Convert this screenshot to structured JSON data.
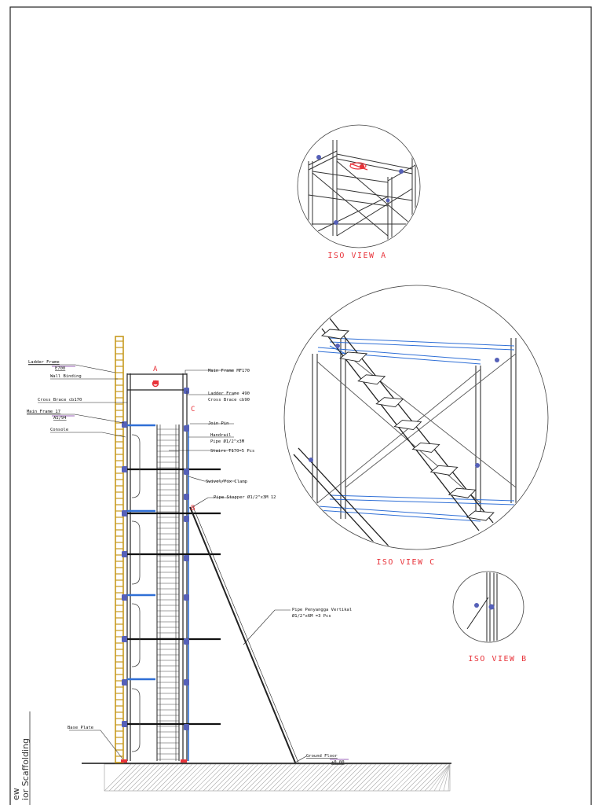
{
  "views": {
    "iso_a": "ISO VIEW A",
    "iso_c": "ISO VIEW C",
    "iso_b": "ISO VIEW B"
  },
  "markers": {
    "a": "A",
    "b": "B",
    "c": "C"
  },
  "labels": {
    "ladder_frame_l": "Ladder Frame",
    "ladder_frame_l_size": "E700",
    "wall_binding": "Wall Binding",
    "cross_brace_l": "Cross Brace cb170",
    "main_frame_l": "Main Frame 17",
    "main_frame_l_size": "AS/94",
    "console": "Console",
    "main_frame_r": "Main Frame MF170",
    "ladder_frame_r": "Ladder Frame 490",
    "cross_brace_r": "Cross Brace cb90",
    "join_pin": "Join Pin",
    "handrail": "Handrail",
    "handrail_pipe": "Pipe Ø1/2\"x3M",
    "stairs": "Stairs T170=5 Pcs",
    "swivel_clamp": "Swivel/Fix Clamp",
    "pipe_stopper": "Pipe Stopper Ø1/2\"x3M 12",
    "pipe_support": "Pipe Penyangga Vertikal",
    "pipe_support_size": "Ø1/2\"x6M =3 Pcs",
    "base_plate": "Base Plate",
    "ground_floor": "Ground Floor",
    "ground_floor_level": "±0.00"
  },
  "side_title": {
    "line1": "ior Scaffolding",
    "line2": "ew"
  },
  "colors": {
    "ladder": "#c79a1e",
    "frame_blue": "#2f6fd6",
    "clamp": "#5560b8",
    "red": "#e8333a",
    "leader": "#7a2fa0",
    "steel": "#222222"
  }
}
